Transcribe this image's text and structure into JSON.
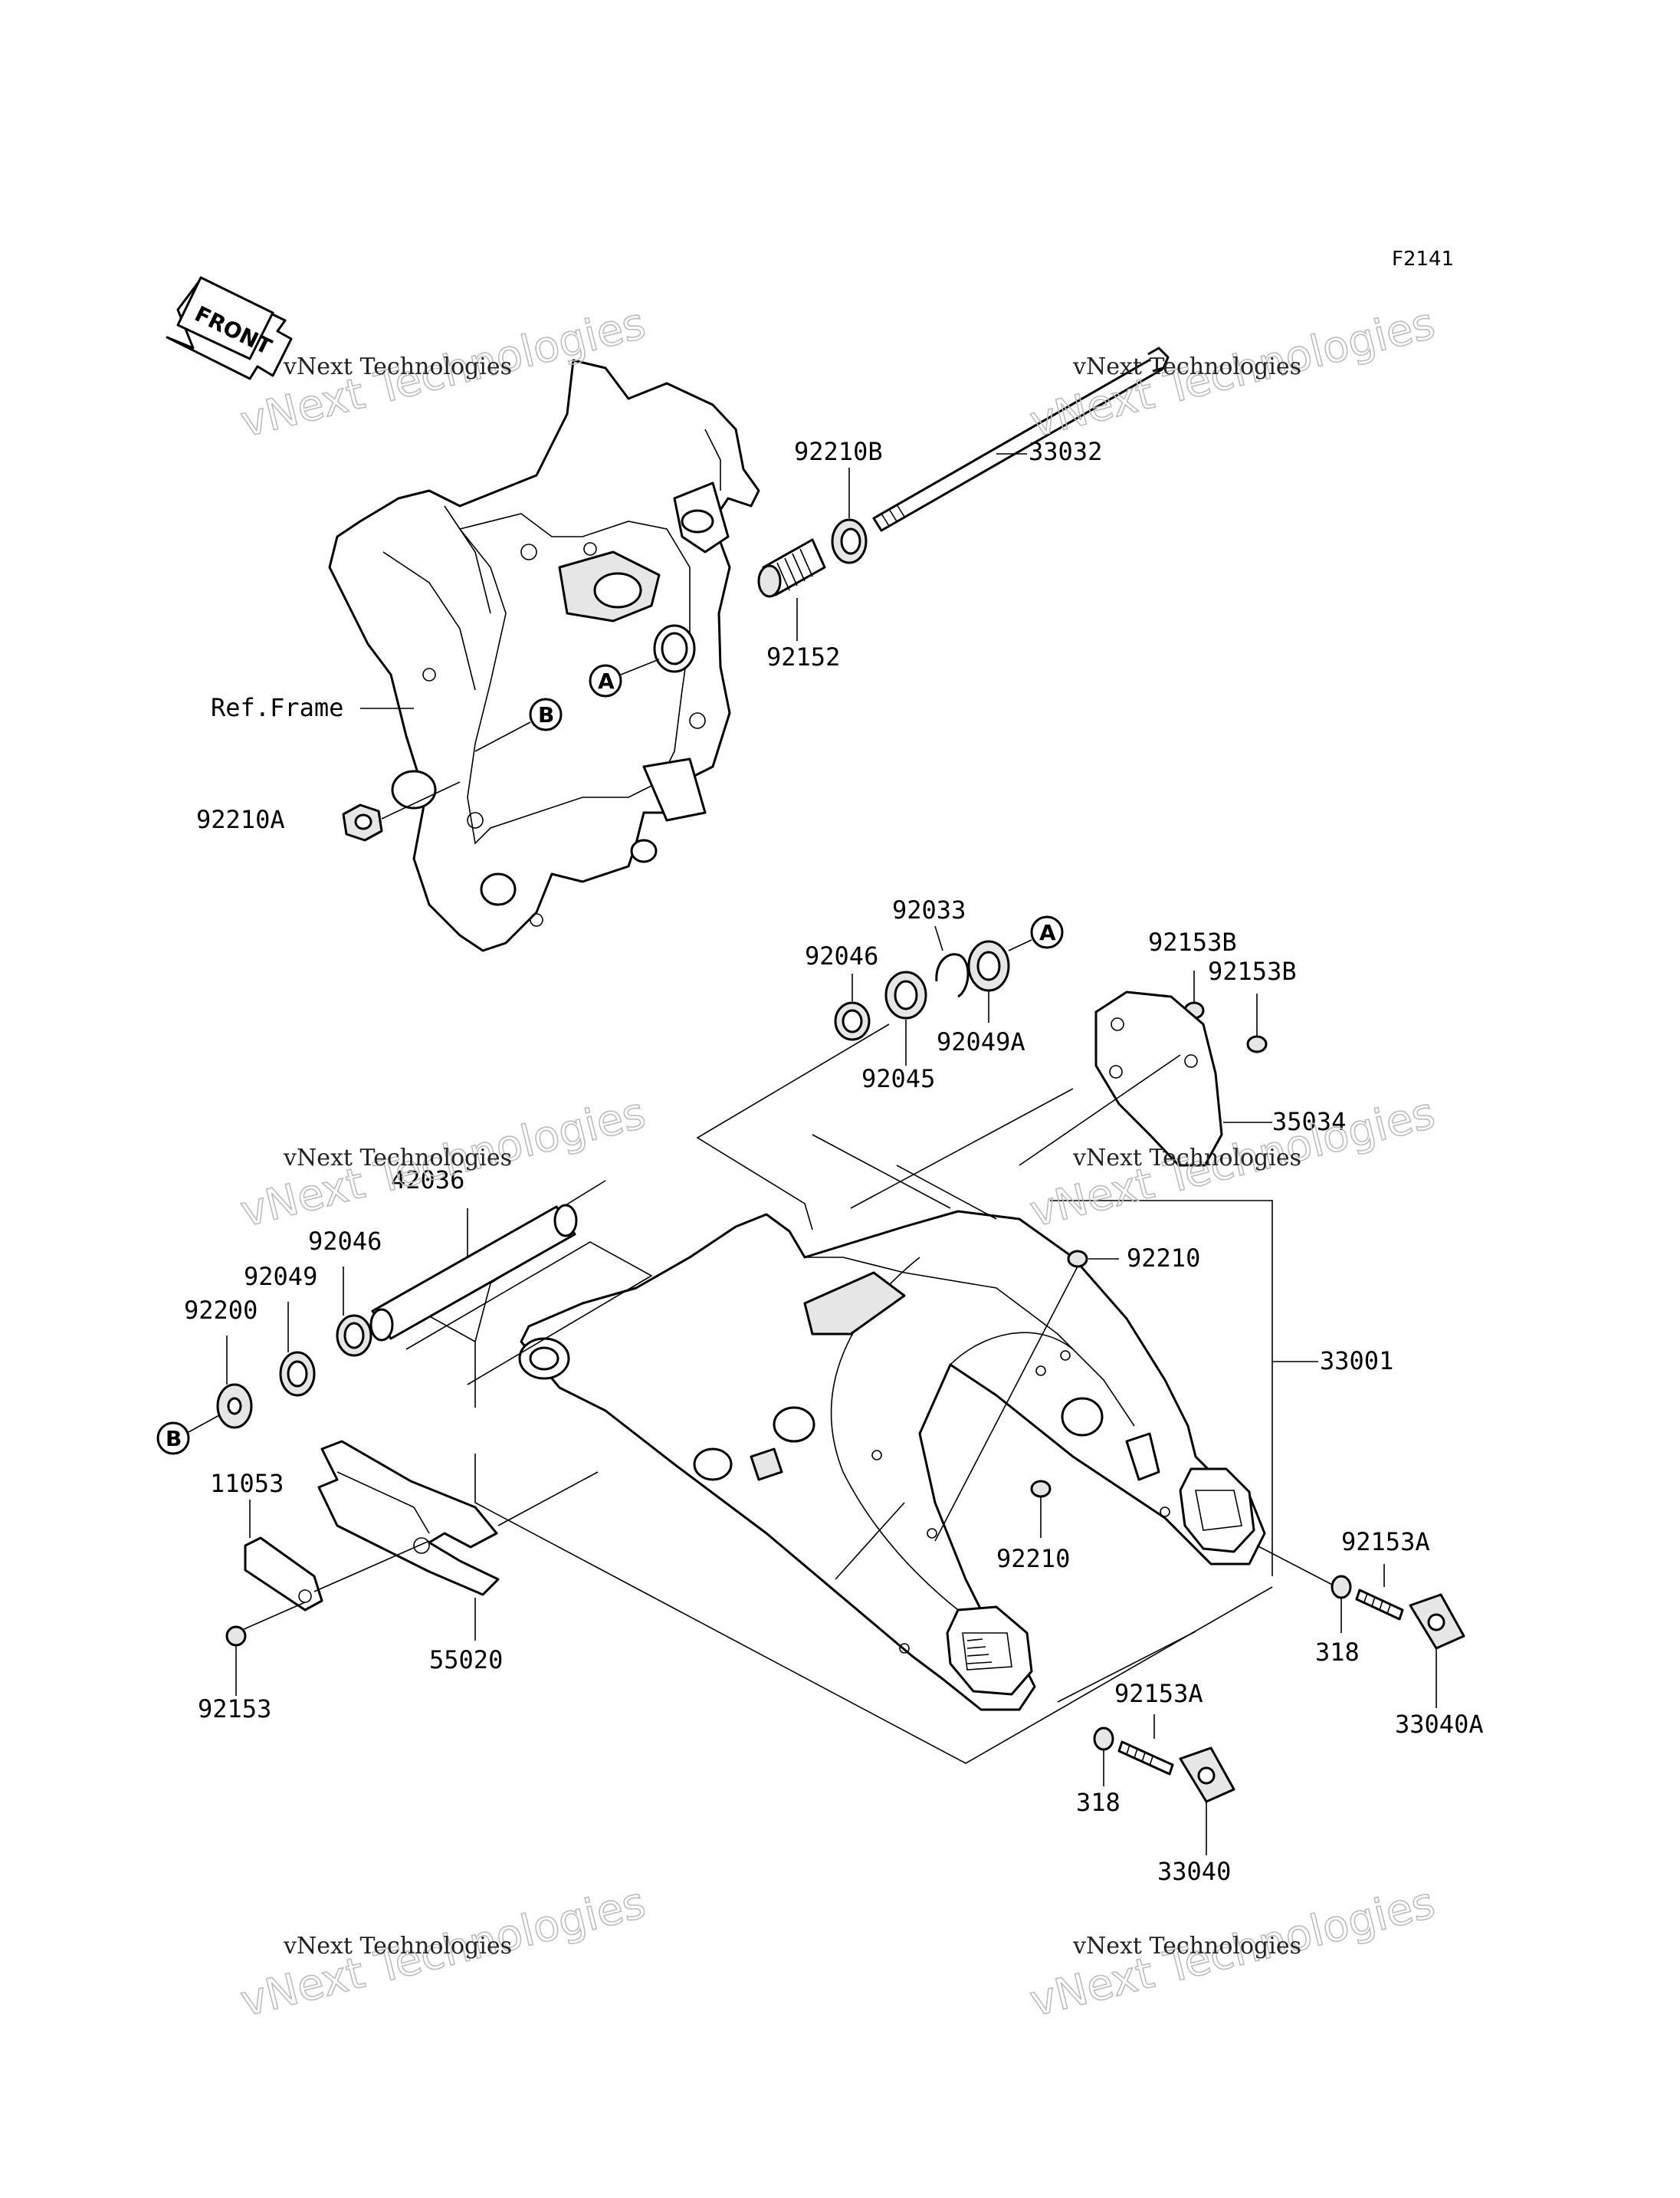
{
  "figure_code": "F2141",
  "front_arrow_label": "FRONT",
  "reference_label": "Ref.Frame",
  "watermarks": [
    {
      "big": "vNext Technologies",
      "small": "vNext Technologies"
    },
    {
      "big": "vNext Technologies",
      "small": "vNext Technologies"
    },
    {
      "big": "vNext Technologies",
      "small": "vNext Technologies"
    },
    {
      "big": "vNext Technologies",
      "small": "vNext Technologies"
    },
    {
      "big": "vNext Technologies",
      "small": "vNext Technologies"
    },
    {
      "big": "vNext Technologies",
      "small": "vNext Technologies"
    }
  ],
  "callouts": {
    "A": "A",
    "B": "B"
  },
  "parts": {
    "p33032": "33032",
    "p92210B": "92210B",
    "p92152": "92152",
    "p92210A": "92210A",
    "p92033": "92033",
    "p92046_top": "92046",
    "p92045": "92045",
    "p92049A": "92049A",
    "p92153B_1": "92153B",
    "p92153B_2": "92153B",
    "p35034": "35034",
    "p42036": "42036",
    "p92046_left": "92046",
    "p92049": "92049",
    "p92200": "92200",
    "p92210_top": "92210",
    "p33001": "33001",
    "p11053": "11053",
    "p92210_mid": "92210",
    "p92153A_right": "92153A",
    "p318_right": "318",
    "p33040A": "33040A",
    "p55020": "55020",
    "p92153": "92153",
    "p92153A_bottom": "92153A",
    "p318_bottom": "318",
    "p33040": "33040"
  }
}
